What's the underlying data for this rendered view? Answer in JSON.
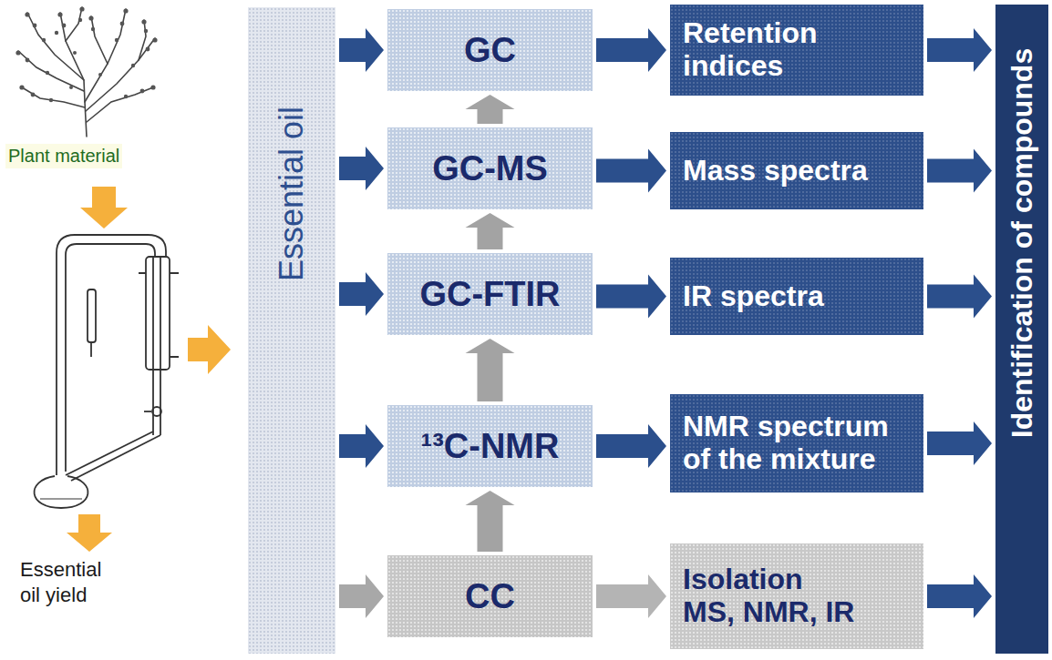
{
  "diagram": {
    "nodes": [
      {
        "text": [
          "Essential oil"
        ]
      },
      {
        "text": [
          "GC"
        ]
      },
      {
        "text": [
          "Retention indices"
        ]
      },
      {
        "text": [
          "GC-MS"
        ]
      },
      {
        "text": [
          "Mass spectra"
        ]
      },
      {
        "text": [
          "GC-FTIR"
        ]
      },
      {
        "text": [
          "IR spectra"
        ]
      },
      {
        "text": [
          "¹³C-NMR"
        ]
      },
      {
        "text": [
          "NMR spectrum of the mixture"
        ]
      },
      {
        "text": [
          "CC"
        ]
      },
      {
        "text": [
          "Isolation",
          "MS, NMR, IR"
        ]
      },
      {
        "text": [
          "Identification of compounds"
        ]
      }
    ],
    "edges": [
      {
        "from": 0,
        "to": 1,
        "arrow": "to"
      },
      {
        "from": 0,
        "to": 3,
        "arrow": "to"
      },
      {
        "from": 0,
        "to": 5,
        "arrow": "to"
      },
      {
        "from": 0,
        "to": 7,
        "arrow": "to"
      },
      {
        "from": 0,
        "to": 9,
        "arrow": "to"
      },
      {
        "from": 1,
        "to": 2,
        "arrow": "to"
      },
      {
        "from": 3,
        "to": 4,
        "arrow": "to"
      },
      {
        "from": 5,
        "to": 6,
        "arrow": "to"
      },
      {
        "from": 7,
        "to": 8,
        "arrow": "to"
      },
      {
        "from": 9,
        "to": 10,
        "arrow": "to"
      },
      {
        "from": 2,
        "to": 11,
        "arrow": "to"
      },
      {
        "from": 4,
        "to": 11,
        "arrow": "to"
      },
      {
        "from": 6,
        "to": 11,
        "arrow": "to"
      },
      {
        "from": 8,
        "to": 11,
        "arrow": "to"
      },
      {
        "from": 10,
        "to": 11,
        "arrow": "to"
      },
      {
        "from": 3,
        "to": 1,
        "arrow": "to"
      },
      {
        "from": 5,
        "to": 3,
        "arrow": "to"
      },
      {
        "from": 7,
        "to": 5,
        "arrow": "to"
      },
      {
        "from": 9,
        "to": 7,
        "arrow": "to"
      }
    ],
    "labels": [
      "Plant material",
      "Essential oil yield"
    ]
  }
}
